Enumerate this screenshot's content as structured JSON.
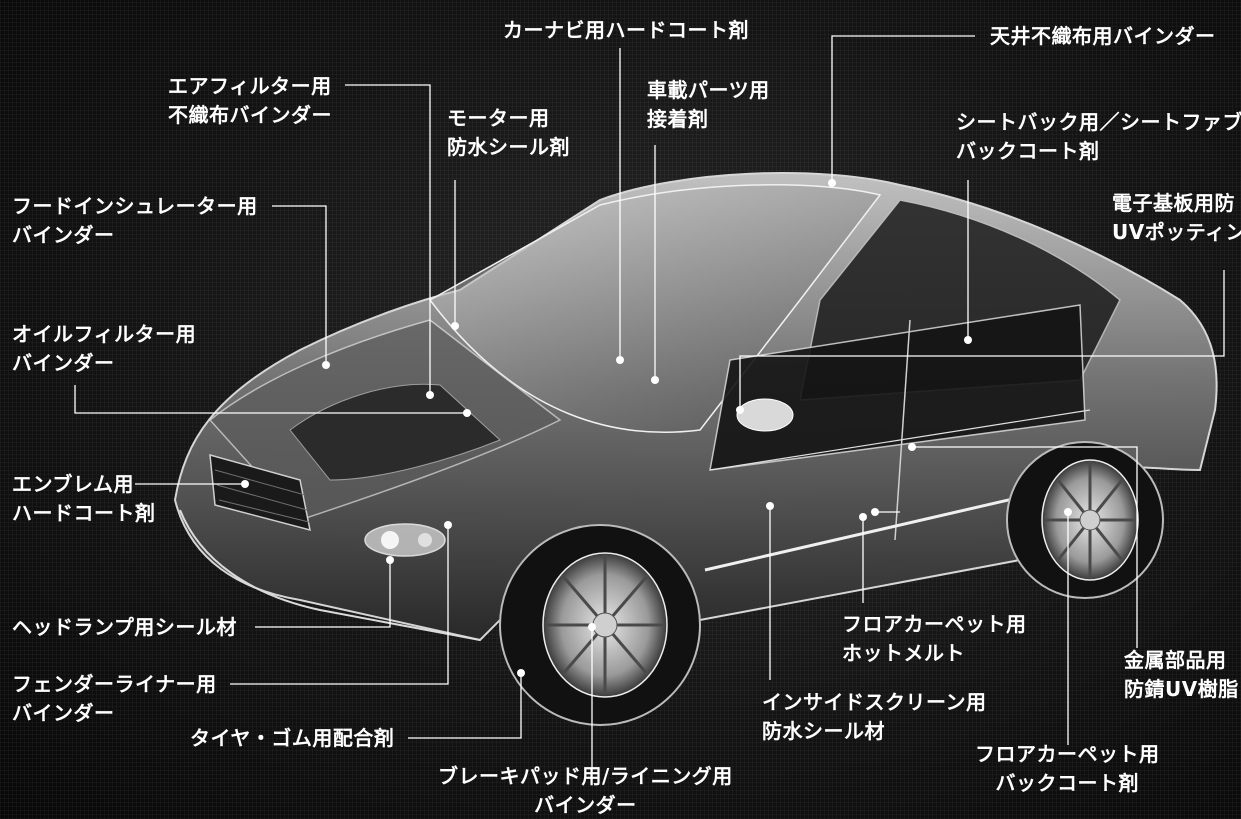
{
  "labels": {
    "car_nav_hardcoat": [
      "カーナビ用ハードコート剤"
    ],
    "ceiling_nonwoven_binder": [
      "天井不織布用バインダー"
    ],
    "air_filter_binder": [
      "エアフィルター用",
      "不織布バインダー"
    ],
    "motor_waterproof_seal": [
      "モーター用",
      "防水シール剤"
    ],
    "auto_parts_adhesive": [
      "車載パーツ用",
      "接着剤"
    ],
    "seat_back_coat": [
      "シートバック用／シートファブ",
      "バックコート剤"
    ],
    "pcb_uv_potting": [
      "電子基板用防",
      "UVポッティン"
    ],
    "hood_insulator_binder": [
      "フードインシュレーター用",
      "バインダー"
    ],
    "oil_filter_binder": [
      "オイルフィルター用",
      "バインダー"
    ],
    "emblem_hardcoat": [
      "エンブレム用",
      "ハードコート剤"
    ],
    "headlamp_seal": [
      "ヘッドランプ用シール材"
    ],
    "fender_liner_binder": [
      "フェンダーライナー用",
      "バインダー"
    ],
    "tire_rubber_compound": [
      "タイヤ・ゴム用配合剤"
    ],
    "brake_pad_binder": [
      "ブレーキパッド用/ライニング用",
      "バインダー"
    ],
    "inside_screen_seal": [
      "インサイドスクリーン用",
      "防水シール材"
    ],
    "floor_carpet_hotmelt": [
      "フロアカーペット用",
      "ホットメルト"
    ],
    "floor_carpet_backcoat": [
      "フロアカーペット用",
      "バックコート剤"
    ],
    "metal_parts_uv": [
      "金属部品用",
      "防錆UV樹脂"
    ]
  },
  "colors": {
    "background": "#0b0b0b",
    "text": "#ffffff",
    "leader_line": "#ffffff"
  }
}
